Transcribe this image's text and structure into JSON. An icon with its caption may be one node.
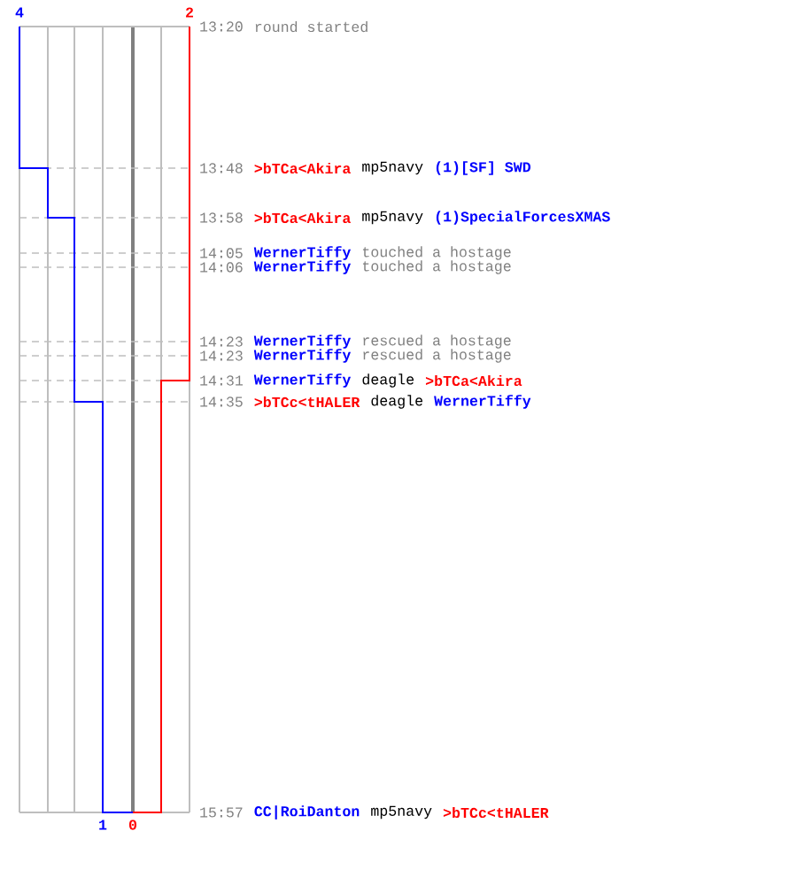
{
  "diagram": {
    "labels": [
      "4",
      "2",
      "13:20",
      "round started",
      "13:48",
      ">bTCa<Akira",
      "mp5navy",
      "(1)[SF] SWD",
      "13:58",
      ">bTCa<Akira",
      "mp5navy",
      "(1)SpecialForcesXMAS",
      "14:05",
      "WernerTiffy",
      "touched a hostage",
      "14:06",
      "WernerTiffy",
      "touched a hostage",
      "14:23",
      "WernerTiffy",
      "rescued a hostage",
      "14:23",
      "WernerTiffy",
      "rescued a hostage",
      "14:31",
      "WernerTiffy",
      "deagle",
      ">bTCa<Akira",
      "14:35",
      ">bTCc<tHALER",
      "deagle",
      "WernerTiffy",
      "15:57",
      "CC|RoiDanton",
      "mp5navy",
      ">bTCc<tHALER",
      "1",
      "0"
    ]
  }
}
